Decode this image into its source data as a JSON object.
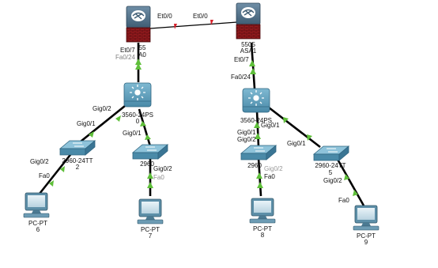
{
  "colors": {
    "link": "#000000",
    "port_up": "#5fbf3a",
    "port_err": "#d8202a",
    "firewall_body": "#4f6f86",
    "firewall_brick": "#9b1b1f",
    "switch_body": "#4a8aa8",
    "pc_body": "#5d8fa8",
    "background": "#ffffff"
  },
  "devices": {
    "fw_left": {
      "line1": "55",
      "line2": "A0"
    },
    "fw_right": {
      "line1": "5505",
      "line2": "ASA1"
    },
    "sw_core_left": {
      "line1": "3560-24PS",
      "line2": "0"
    },
    "sw_core_right": {
      "line1": "3560-24PS",
      "line2": ""
    },
    "sw2": {
      "line1": "2960-24TT",
      "line2": "2"
    },
    "sw3": {
      "line1": "2960",
      "line2": ""
    },
    "sw4": {
      "line1": "2960",
      "line2": ""
    },
    "sw5": {
      "line1": "2960-24TT",
      "line2": "5"
    },
    "pc6": {
      "line1": "PC-PT",
      "line2": "6"
    },
    "pc7": {
      "line1": "PC-PT",
      "line2": "7"
    },
    "pc8": {
      "line1": "PC-PT",
      "line2": "8"
    },
    "pc9": {
      "line1": "PC-PT",
      "line2": "9"
    }
  },
  "ports": {
    "fwl_et00": "Et0/0",
    "fwr_et00": "Et0/0",
    "fwl_et07": "Et0/7",
    "fwl_fa024": "Fa0/24",
    "fwr_et07": "Et0/7",
    "fwr_fa024": "Fa0/24",
    "cl_gi02": "Gig0/2",
    "s2_gi01": "Gig0/1",
    "cl_gi01": "Gig0/1",
    "s2_gi02": "Gig0/2",
    "pc6_fa0": "Fa0",
    "s3_gi02": "Gig0/2",
    "pc7_fa0": "Fa0",
    "cr_gi01": "Gig0/1",
    "s4_gi01": "Gig0/1",
    "cr_gi01b": "Gig0/1",
    "s5_gi01": "Gig0/1",
    "s4_gi02": "Gig0/2",
    "pc8_fa0": "Fa0",
    "s5_gi02": "Gig0/2",
    "pc9_fa0": "Fa0",
    "cr_gi02": "Gig0/2"
  }
}
